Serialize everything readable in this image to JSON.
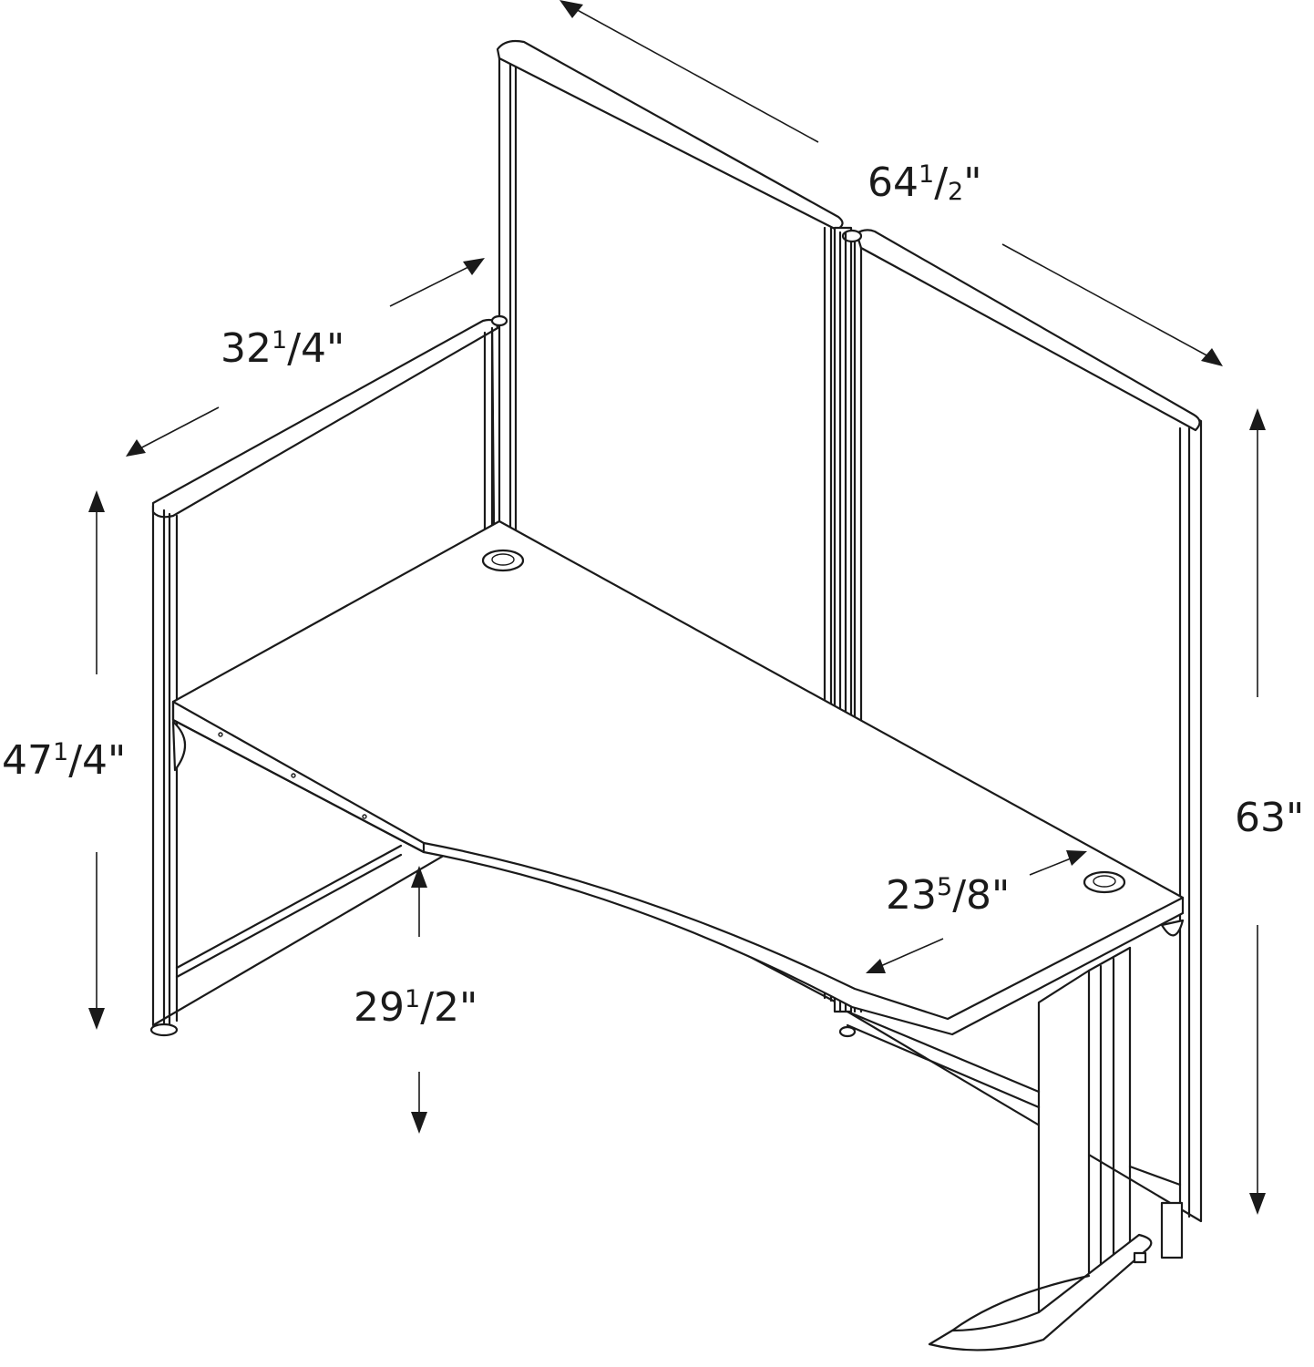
{
  "dimensions": {
    "total_width": {
      "whole": "64",
      "num": "1",
      "den": "2",
      "unit": "\""
    },
    "side_width": {
      "whole": "32",
      "num": "1",
      "den": "4",
      "unit": "\""
    },
    "side_height": {
      "whole": "47",
      "num": "1",
      "den": "4",
      "unit": "\""
    },
    "total_height": {
      "whole": "63",
      "num": "",
      "den": "",
      "unit": "\""
    },
    "desk_depth": {
      "whole": "23",
      "num": "5",
      "den": "8",
      "unit": "\""
    },
    "desk_height": {
      "whole": "29",
      "num": "1",
      "den": "2",
      "unit": "\""
    }
  }
}
